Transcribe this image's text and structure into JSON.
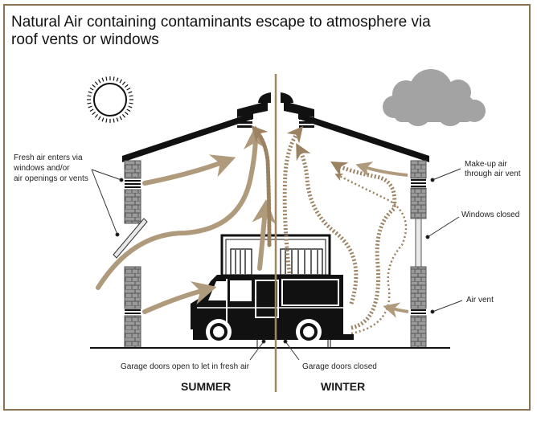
{
  "title": "Natural Air containing contaminants escape to atmosphere via roof vents or windows",
  "title_lines": [
    "Natural Air containing contaminants escape to atmosphere via",
    "roof vents or windows"
  ],
  "labels": {
    "fresh_air": [
      "Fresh air enters via",
      "windows and/or",
      "air openings or vents"
    ],
    "makeup_air": [
      "Make-up air",
      "through air vent"
    ],
    "windows_closed": "Windows closed",
    "air_vent": "Air vent",
    "garage_open": "Garage doors open to let in fresh air",
    "garage_closed": "Garage doors closed"
  },
  "seasons": {
    "summer": "SUMMER",
    "winter": "WINTER"
  },
  "icons": {
    "sun": "sun-icon",
    "cloud": "cloud-icon",
    "vehicle": "truck-icon"
  },
  "colors": {
    "frame": "#8a7350",
    "arrow": "#b09a7c",
    "arrow_dark": "#9a8262",
    "brick": "#9b9b9b",
    "roof": "#111111",
    "cloud": "#a3a3a3",
    "divider": "#a08762"
  }
}
